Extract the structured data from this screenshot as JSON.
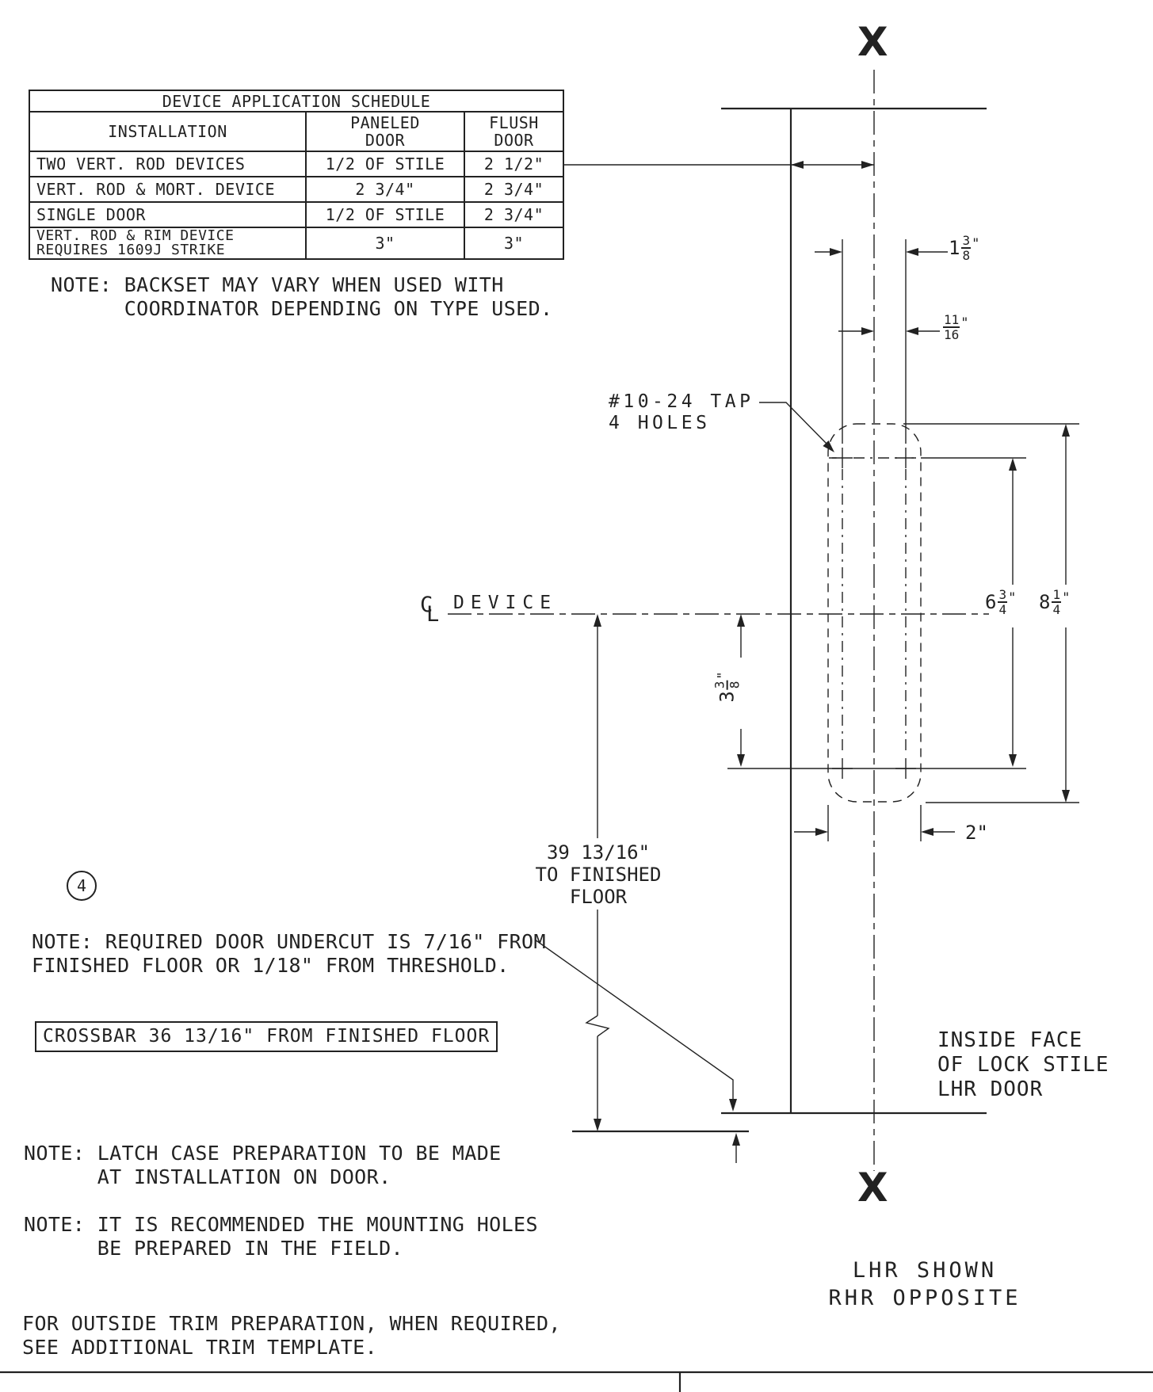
{
  "schedule": {
    "title": "DEVICE APPLICATION SCHEDULE",
    "col_installation": "INSTALLATION",
    "col_paneled": "PANELED\nDOOR",
    "col_flush": "FLUSH\nDOOR",
    "rows": [
      {
        "installation": "TWO VERT. ROD DEVICES",
        "paneled": "1/2 OF STILE",
        "flush": "2 1/2\""
      },
      {
        "installation": "VERT. ROD & MORT. DEVICE",
        "paneled": "2 3/4\"",
        "flush": "2 3/4\""
      },
      {
        "installation": "SINGLE DOOR",
        "paneled": "1/2 OF STILE",
        "flush": "2 3/4\""
      },
      {
        "installation": "VERT. ROD & RIM DEVICE\nREQUIRES 1609J STRIKE",
        "paneled": "3\"",
        "flush": "3\""
      }
    ]
  },
  "notes": {
    "backset": "NOTE: BACKSET MAY VARY WHEN USED WITH\n      COORDINATOR DEPENDING ON TYPE USED.",
    "undercut": "NOTE: REQUIRED DOOR UNDERCUT IS 7/16\" FROM\nFINISHED FLOOR OR 1/18\" FROM THRESHOLD.",
    "crossbar": "CROSSBAR 36 13/16\" FROM FINISHED FLOOR",
    "latch": "NOTE: LATCH CASE PREPARATION TO BE MADE\n      AT INSTALLATION ON DOOR.",
    "field": "NOTE: IT IS RECOMMENDED THE MOUNTING HOLES\n      BE PREPARED IN THE FIELD.",
    "trim": "FOR OUTSIDE TRIM PREPARATION, WHEN REQUIRED,\nSEE ADDITIONAL TRIM TEMPLATE."
  },
  "labels": {
    "tap": "#10-24 TAP\n4 HOLES",
    "cl_c": "C",
    "cl_l": "L",
    "cl_device": "DEVICE",
    "inside_face": "INSIDE FACE\nOF LOCK STILE\nLHR DOOR",
    "hand": "LHR SHOWN\nRHR OPPOSITE",
    "marker_top": "X",
    "marker_bottom": "X",
    "flag": "4"
  },
  "dims": {
    "d138": {
      "whole": "1",
      "num": "3",
      "den": "8",
      "unit": "\""
    },
    "d1116": {
      "num": "11",
      "den": "16",
      "unit": "\""
    },
    "d634": {
      "whole": "6",
      "num": "3",
      "den": "4",
      "unit": "\""
    },
    "d814": {
      "whole": "8",
      "num": "1",
      "den": "4",
      "unit": "\""
    },
    "d338": {
      "whole": "3",
      "num": "3",
      "den": "8",
      "unit": "\""
    },
    "d2": {
      "text": "2\""
    },
    "d39": {
      "text": "39 13/16\"\nTO FINISHED\nFLOOR"
    }
  },
  "colors": {
    "line": "#222222",
    "background": "#ffffff"
  }
}
